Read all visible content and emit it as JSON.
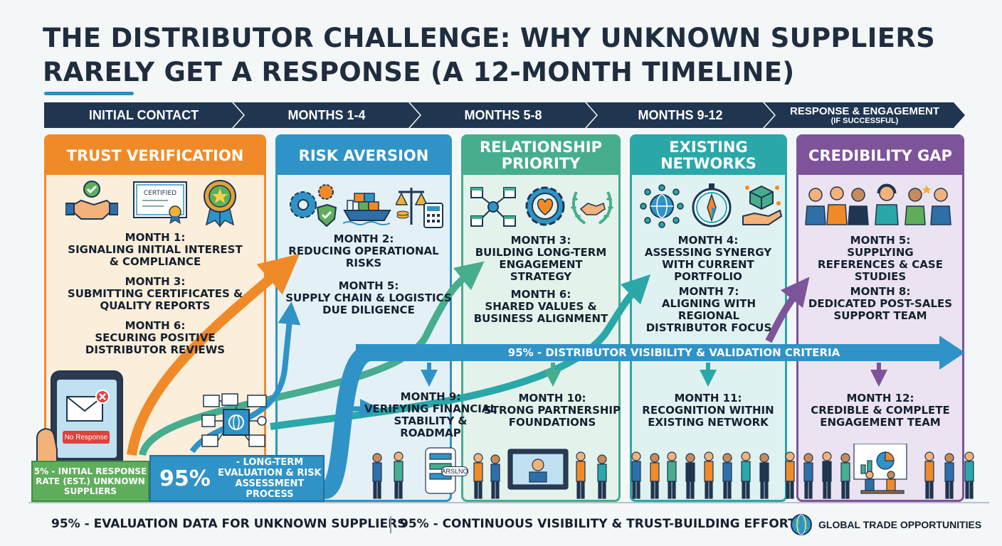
{
  "title": "THE DISTRIBUTOR CHALLENGE: WHY UNKNOWN SUPPLIERS RARELY GET A RESPONSE (A 12-MONTH TIMELINE)",
  "stages": [
    {
      "label": "INITIAL CONTACT"
    },
    {
      "label": "MONTHS 1-4"
    },
    {
      "label": "MONTHS 5-8"
    },
    {
      "label": "MONTHS 9-12"
    },
    {
      "label": "RESPONSE & ENGAGEMENT",
      "sub": "(IF SUCCESSFUL)"
    }
  ],
  "panels": [
    {
      "heading": "TRUST VERIFICATION",
      "icon_labels": {
        "certificate": "CERTIFIED"
      },
      "items": [
        {
          "month": "MONTH 1:",
          "text": "SIGNALING INITIAL INTEREST & COMPLIANCE"
        },
        {
          "month": "MONTH 3:",
          "text": "SUBMITTING CERTIFICATES & QUALITY REPORTS"
        },
        {
          "month": "MONTH 6:",
          "text": "SECURING POSITIVE DISTRIBUTOR REVIEWS"
        }
      ]
    },
    {
      "heading": "RISK AVERSION",
      "items": [
        {
          "month": "MONTH 2:",
          "text": "REDUCING OPERATIONAL RISKS"
        },
        {
          "month": "MONTH 5:",
          "text": "SUPPLY CHAIN & LOGISTICS DUE DILIGENCE"
        },
        {
          "month": "MONTH 9:",
          "text": "VERIFYING FINANCIAL STABILITY & ROADMAP"
        }
      ]
    },
    {
      "heading": "RELATIONSHIP PRIORITY",
      "items": [
        {
          "month": "MONTH 3:",
          "text": "BUILDING LONG-TERM ENGAGEMENT STRATEGY"
        },
        {
          "month": "MONTH 6:",
          "text": "SHARED VALUES & BUSINESS ALIGNMENT"
        },
        {
          "month": "MONTH 10:",
          "text": "STRONG PARTNERSHIP FOUNDATIONS"
        }
      ]
    },
    {
      "heading": "EXISTING NETWORKS",
      "items": [
        {
          "month": "MONTH 4:",
          "text": "ASSESSING SYNERGY WITH CURRENT PORTFOLIO"
        },
        {
          "month": "MONTH 7:",
          "text": "ALIGNING WITH REGIONAL DISTRIBUTOR FOCUS"
        },
        {
          "month": "MONTH 11:",
          "text": "RECOGNITION WITHIN EXISTING NETWORK"
        }
      ]
    },
    {
      "heading": "CREDIBILITY GAP",
      "items": [
        {
          "month": "MONTH 5:",
          "text": "SUPPLYING REFERENCES & CASE STUDIES"
        },
        {
          "month": "MONTH 8:",
          "text": "DEDICATED POST-SALES SUPPORT TEAM"
        },
        {
          "month": "MONTH 12:",
          "text": "CREDIBLE & COMPLETE ENGAGEMENT TEAM"
        }
      ]
    }
  ],
  "phone": {
    "badge": "No Response"
  },
  "screen_label": "ARSLNO",
  "initial_response": {
    "text": "5% - INITIAL RESPONSE RATE (EST.) UNKNOWN SUPPLIERS"
  },
  "long_term": {
    "big": "95%",
    "text": "- LONG-TERM EVALUATION & RISK ASSESSMENT PROCESS"
  },
  "visibility_band": "95% - DISTRIBUTOR VISIBILITY & VALIDATION CRITERIA",
  "footer": {
    "left": "95% - EVALUATION DATA FOR UNKNOWN SUPPLIERS",
    "right": "95% - CONTINUOUS VISIBILITY & TRUST-BUILDING EFFORTS",
    "brand": "GLOBAL TRADE OPPORTUNITIES"
  },
  "colors": {
    "orange": "#f08a28",
    "blue": "#2f93c7",
    "green": "#46ad8f",
    "teal": "#2aa7a8",
    "purple": "#7d5499",
    "navy": "#1f3550"
  }
}
